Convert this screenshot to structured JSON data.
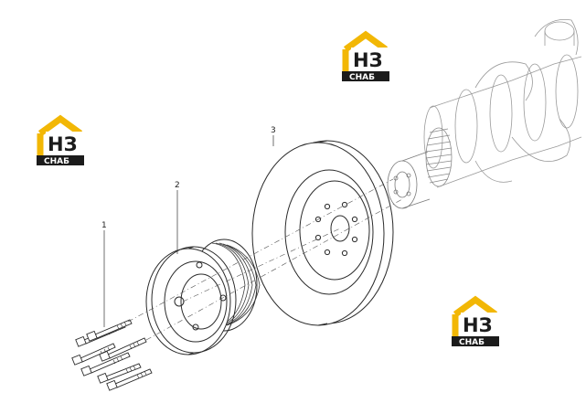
{
  "callouts": [
    {
      "id": "1",
      "label": "1"
    },
    {
      "id": "2",
      "label": "2"
    },
    {
      "id": "3",
      "label": "3"
    }
  ],
  "logo": {
    "letters": "НЗ",
    "caption": "СНАБ",
    "accent_color": "#F2B705",
    "dark_color": "#1B1B1B"
  },
  "parts": {
    "bolts_icon": "bolt-set-icon",
    "pulley_icon": "pulley-icon",
    "damper_icon": "damper-disc-icon",
    "crankshaft_icon": "crankshaft-icon"
  }
}
